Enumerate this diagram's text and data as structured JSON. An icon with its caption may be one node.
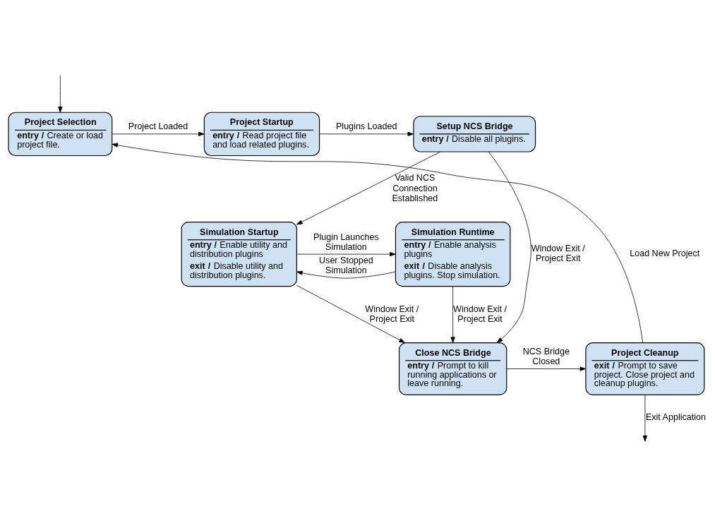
{
  "diagram": {
    "nodes": [
      {
        "text": [
          "Project Selection",
          "**entry /** Create or load project file."
        ]
      },
      {
        "text": [
          "Project Startup",
          "**entry /** Read project file and load related plugins."
        ]
      },
      {
        "text": [
          "Setup NCS Bridge",
          "**entry /** Disable all plugins."
        ]
      },
      {
        "text": [
          "Simulation Runtime",
          "**entry /** Enable analysis plugins",
          "**exit /** Disable analysis plugins. Stop simulation."
        ]
      },
      {
        "text": [
          "Simulation Startup",
          "**entry /** Enable utility and distribution plugins",
          "**exit /** Disable utility and distribution plugins."
        ]
      },
      {
        "text": [
          "Close NCS Bridge",
          "**entry /** Prompt to kill running applications or leave running."
        ]
      },
      {
        "text": [
          "Project Cleanup",
          "**exit /** Prompt to save project. Close project and cleanup plugins."
        ]
      }
    ],
    "edges": [
      {
        "from": null,
        "to": 0,
        "arrow": "to"
      },
      {
        "from": 0,
        "to": 1,
        "arrow": "to",
        "label": "Project Loaded"
      },
      {
        "from": 1,
        "to": 2,
        "arrow": "to",
        "label": "Plugins Loaded"
      },
      {
        "from": 2,
        "to": 5,
        "arrow": "to",
        "label": "Window Exit / Project Exit"
      },
      {
        "from": 2,
        "to": 4,
        "arrow": "to",
        "label": "Valid NCS Connection Established"
      },
      {
        "from": 3,
        "to": 4,
        "arrow": "to",
        "label": "User Stopped Simulation"
      },
      {
        "from": 4,
        "to": 3,
        "arrow": "to",
        "label": "Plugin Launches Simulation"
      },
      {
        "from": 3,
        "to": 5,
        "arrow": "to",
        "label": "Window Exit / Project Exit"
      },
      {
        "from": 4,
        "to": 5,
        "arrow": "to",
        "label": "Window Exit / Project Exit"
      },
      {
        "from": 5,
        "to": 6,
        "arrow": "to",
        "label": "NCS Bridge Closed"
      },
      {
        "from": 6,
        "to": null,
        "arrow": "to",
        "label": "Exit Application"
      },
      {
        "from": 6,
        "to": 0,
        "arrow": "to",
        "label": "Load New Project"
      }
    ]
  }
}
